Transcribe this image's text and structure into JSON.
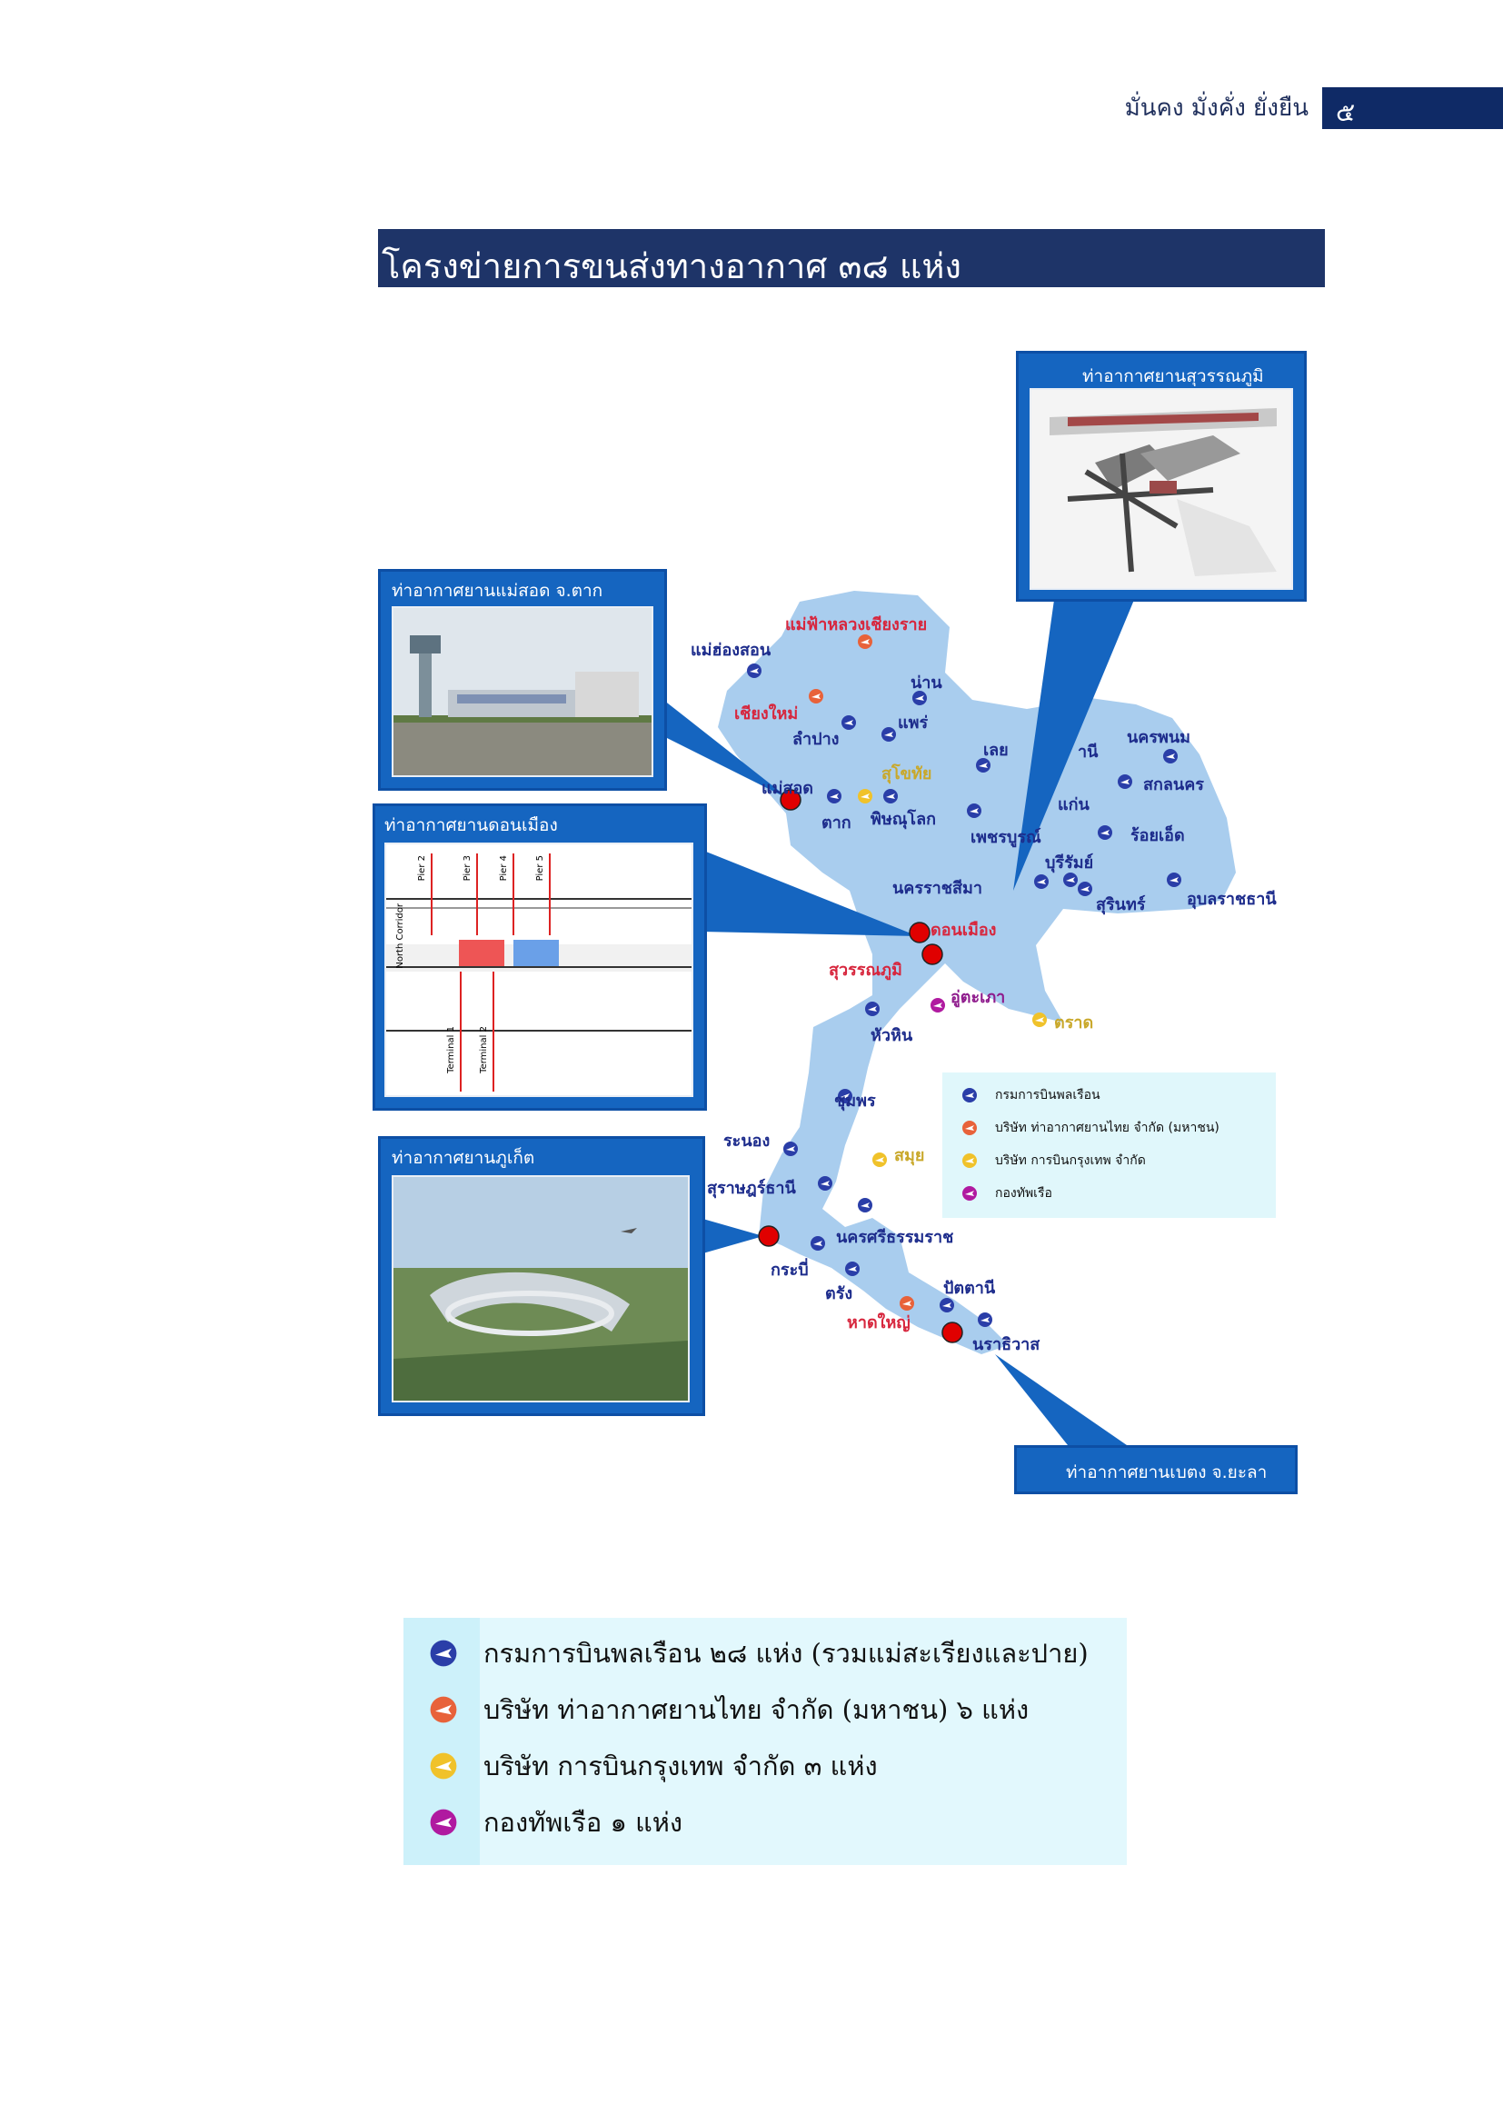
{
  "header": {
    "slogan": "มั่นคง มั่งคั่ง ยั่งยืน",
    "page_number": "๕"
  },
  "title": "โครงข่ายการขนส่งทางอากาศ ๓๘ แห่ง",
  "colors": {
    "dca_blue": "#2a3ea8",
    "aot_orange": "#e8623a",
    "bangkok_airways_yellow": "#f0c22a",
    "navy_purple": "#b01aa0",
    "map_fill": "#a9cdee",
    "callout_blue": "#1565c0",
    "marker_red": "#e00000"
  },
  "airport_callouts": {
    "mae_sot": "ท่าอากาศยานแม่สอด จ.ตาก",
    "suvarnabhumi": "ท่าอากาศยานสุวรรณภูมิ",
    "don_mueang": "ท่าอากาศยานดอนเมือง",
    "phuket": "ท่าอากาศยานภูเก็ต",
    "betong": "ท่าอากาศยานเบตง จ.ยะลา"
  },
  "don_mueang_diagram": {
    "piers": [
      "Pier 2",
      "Pier 3",
      "Pier 4",
      "Pier 5"
    ],
    "terminals": [
      "Terminal 1",
      "Terminal 2"
    ],
    "corridor": "North Corridor"
  },
  "cities": {
    "mae_fah_luang": "แม่ฟ้าหลวงเชียงราย",
    "mae_hong_son": "แม่ฮ่องสอน",
    "nan": "น่าน",
    "chiang_mai": "เชียงใหม่",
    "phrae": "แพร่",
    "lampang": "ลำปาง",
    "loei": "เลย",
    "udon": "านี",
    "nakhon_phanom": "นครพนม",
    "sakon": "สกลนคร",
    "mae_sot": "แม่สอด",
    "sukhothai": "สุโขทัย",
    "khon_kaen": "แก่น",
    "tak": "ตาก",
    "phitsanulok": "พิษณุโลก",
    "phetchabun": "เพชรบูรณ์",
    "roi_et": "ร้อยเอ็ด",
    "buriram": "บุรีรัมย์",
    "nakhon_ratchasima": "นครราชสีมา",
    "surin": "สุรินทร์",
    "ubon": "อุบลราชธานี",
    "don_mueang": "ดอนเมือง",
    "suvarnabhumi": "สุวรรณภูมิ",
    "u_tapao": "อู่ตะเภา",
    "trat": "ตราด",
    "hua_hin": "หัวหิน",
    "chumphon": "ชุมพร",
    "ranong": "ระนอง",
    "samui": "สมุย",
    "surat": "สุราษฎร์ธานี",
    "nakhon_si": "นครศรีธรรมราช",
    "krabi": "กระบี่",
    "trang": "ตรัง",
    "pattani": "ปัตตานี",
    "hat_yai": "หาดใหญ่",
    "narathiwat": "นราธิวาส"
  },
  "small_legend": [
    "กรมการบินพลเรือน",
    "บริษัท ท่าอากาศยานไทย จำกัด (มหาชน)",
    "บริษัท การบินกรุงเทพ จำกัด",
    "กองทัพเรือ"
  ],
  "legend": [
    {
      "text": "กรมการบินพลเรือน ๒๘ แห่ง (รวมแม่สะเรียงและปาย)",
      "icon": "dca-airport-icon"
    },
    {
      "text": "บริษัท ท่าอากาศยานไทย จำกัด (มหาชน) ๖ แห่ง",
      "icon": "aot-airport-icon"
    },
    {
      "text": "บริษัท การบินกรุงเทพ จำกัด ๓ แห่ง",
      "icon": "bangkok-airways-airport-icon"
    },
    {
      "text": "กองทัพเรือ ๑ แห่ง",
      "icon": "navy-airport-icon"
    }
  ]
}
